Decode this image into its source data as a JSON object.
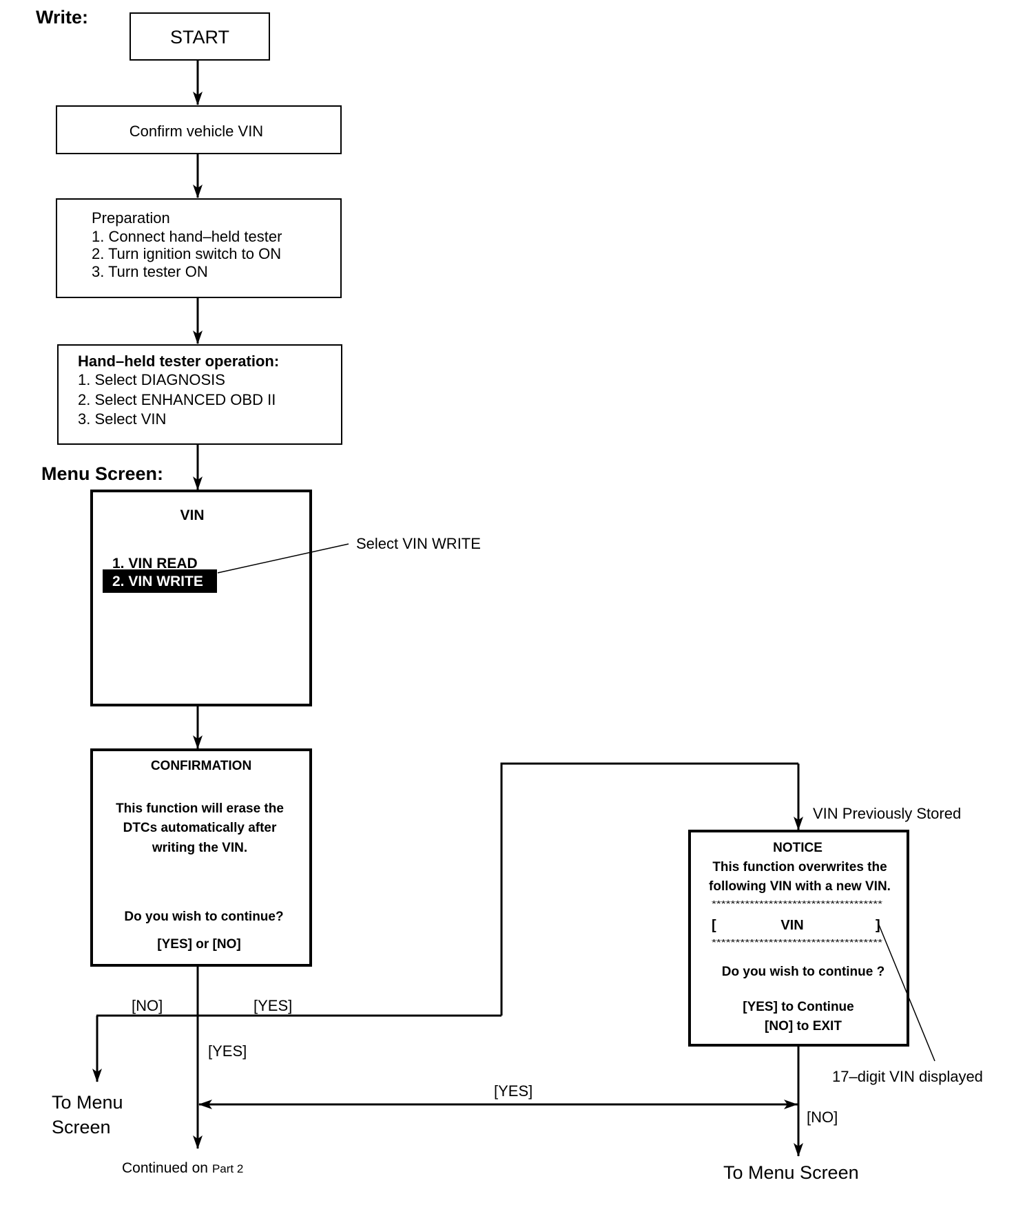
{
  "labels": {
    "write": "Write:",
    "menu_screen": "Menu Screen:",
    "select_vin_write": "Select VIN WRITE",
    "vin_previously_stored": "VIN Previously Stored",
    "digit_vin_displayed": "17–digit VIN displayed",
    "no_left": "[NO]",
    "yes_upper": "[YES]",
    "yes_lower": "[YES]",
    "yes_horizontal": "[YES]",
    "no_right": "[NO]",
    "to_menu_screen_left_line1": "To Menu",
    "to_menu_screen_left_line2": "Screen",
    "to_menu_screen_right": "To Menu Screen",
    "continued_on": "Continued on",
    "part2": "Part 2"
  },
  "boxes": {
    "start": "START",
    "confirm_vin": "Confirm vehicle VIN",
    "preparation": {
      "title": "Preparation",
      "steps": [
        "1. Connect hand–held tester",
        "2. Turn ignition switch to ON",
        "3. Turn tester ON"
      ]
    },
    "tester_operation": {
      "title": "Hand–held tester operation:",
      "steps": [
        "1. Select DIAGNOSIS",
        "2. Select ENHANCED OBD II",
        "3. Select VIN"
      ]
    }
  },
  "screens": {
    "menu": {
      "title": "VIN",
      "items": [
        "1. VIN READ",
        "2. VIN WRITE"
      ],
      "selected_item": "2. VIN WRITE"
    },
    "confirmation": {
      "title": "CONFIRMATION",
      "message_lines": [
        "This function will erase the",
        "DTCs automatically after",
        "writing the VIN."
      ],
      "question": "Do you wish to continue?",
      "options": "[YES] or [NO]"
    },
    "notice": {
      "title": "NOTICE",
      "message_lines": [
        "This function overwrites the",
        "following VIN with a new VIN."
      ],
      "stars": "************************************",
      "bracket_left": "[",
      "vin_label": "VIN",
      "bracket_right": "]",
      "question": "Do you wish to continue ?",
      "option_yes": "[YES] to Continue",
      "option_no": "[NO] to EXIT"
    }
  }
}
